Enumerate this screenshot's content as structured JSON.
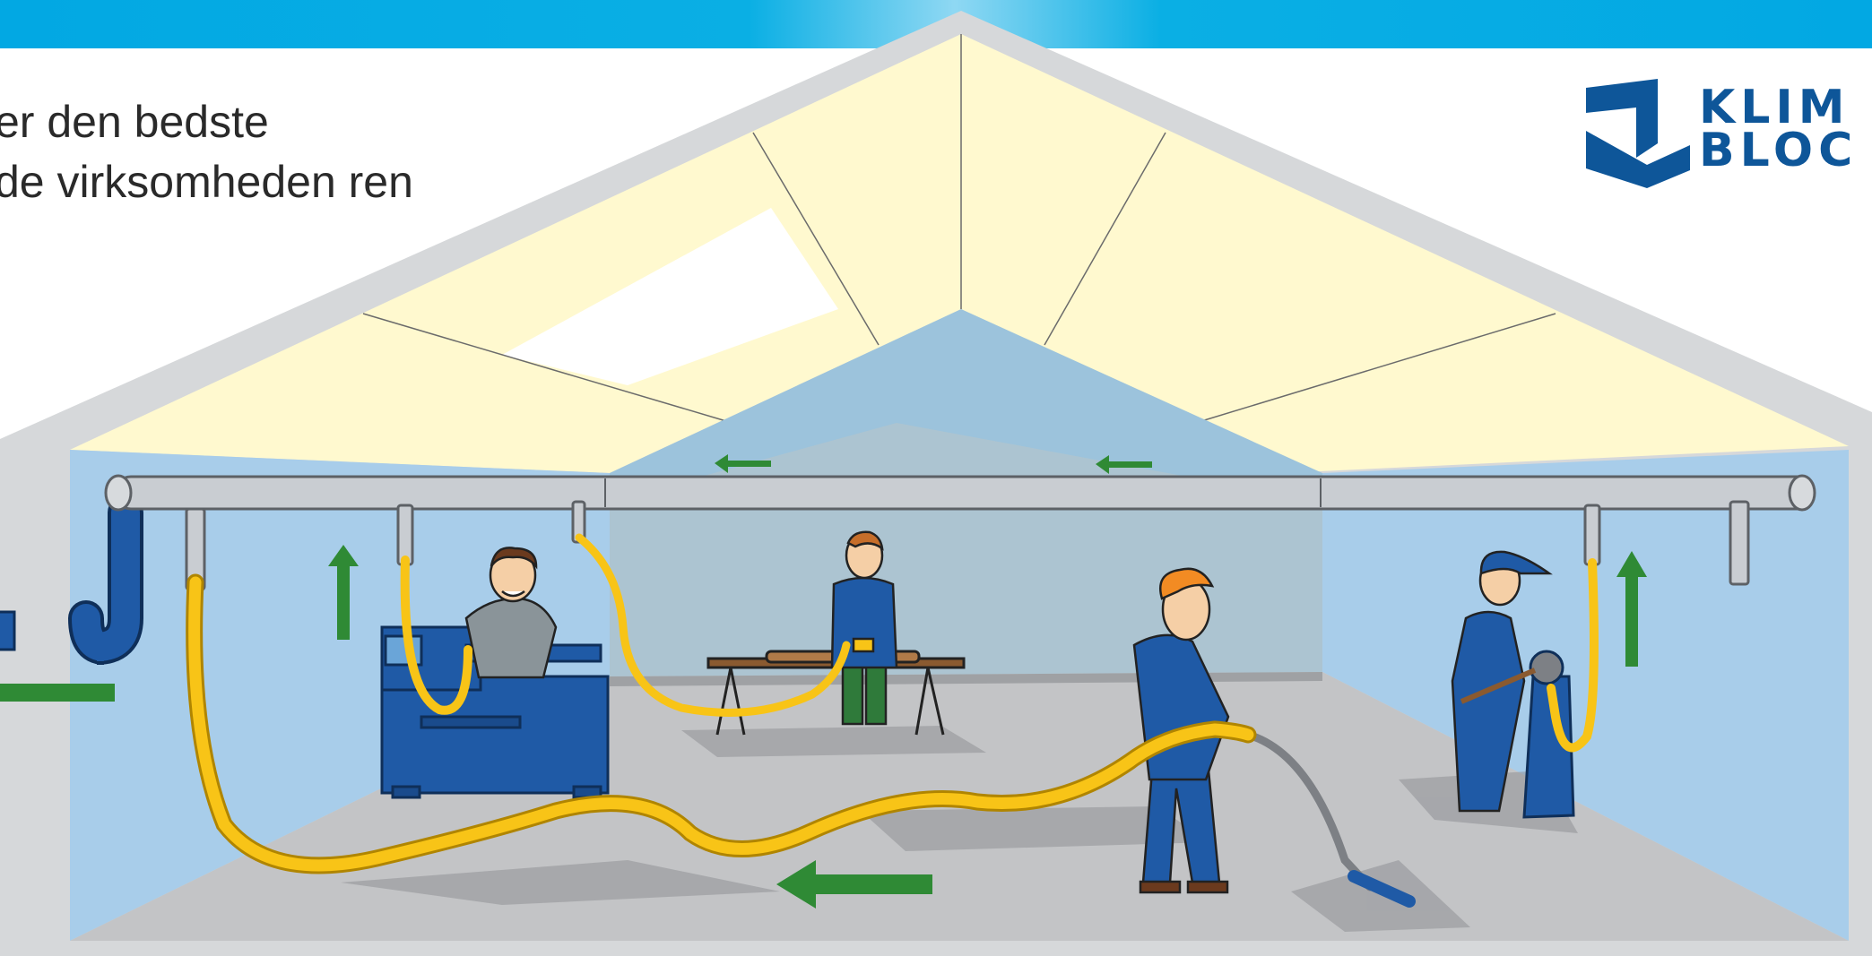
{
  "header": {
    "headline_lines": [
      "er den bedste",
      "de virksomheden ren"
    ]
  },
  "logo": {
    "name_lines": [
      "KLIM",
      "BLOC"
    ],
    "color": "#0e5699"
  },
  "colors": {
    "top_bar": "#02a8e3",
    "hose": "#f8c417",
    "pipe": "#c9cdd2",
    "wall": "#a8cdea",
    "floor": "#c3c4c6",
    "ceiling": "#fff9cf",
    "arrow": "#2f8a35",
    "overalls": "#1f5aa6"
  },
  "icons": [
    "flow-arrow-icon",
    "klimabloc-logo-icon"
  ]
}
